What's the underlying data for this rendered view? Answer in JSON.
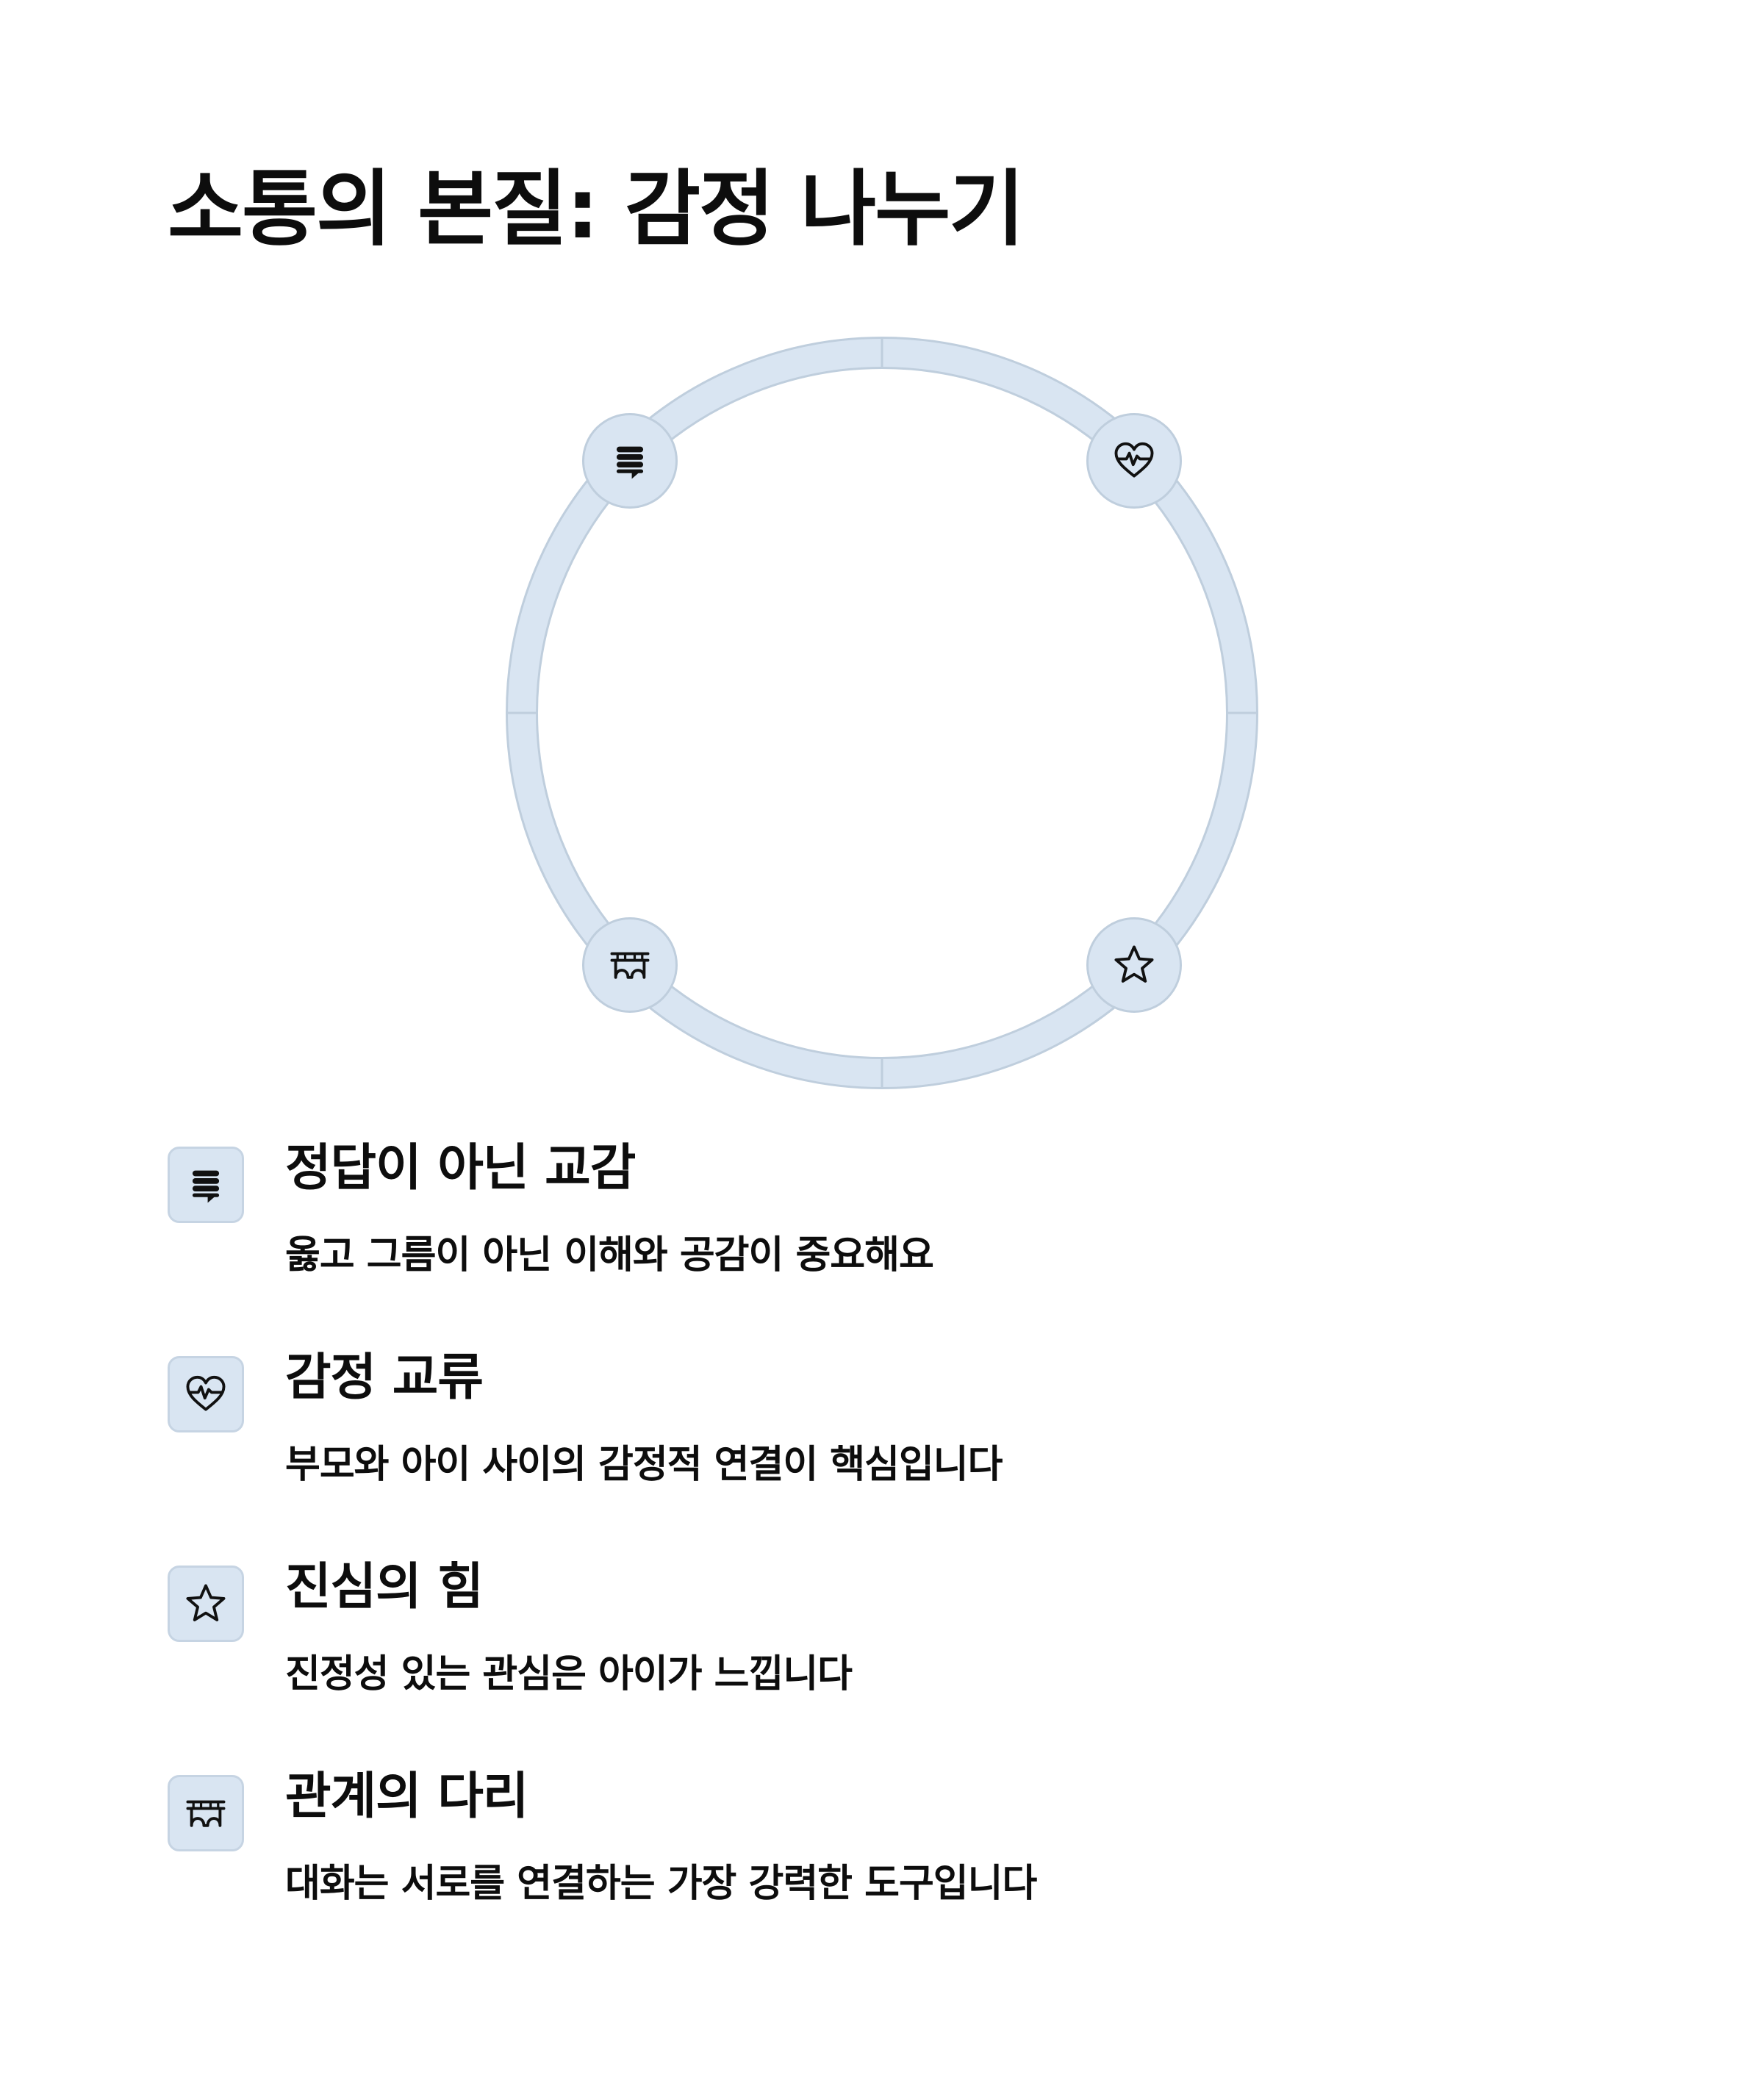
{
  "title": "소통의 본질: 감정 나누기",
  "diagram": {
    "type": "circular-cycle",
    "nodes": [
      {
        "icon": "message-icon"
      },
      {
        "icon": "heart-pulse-icon"
      },
      {
        "icon": "star-icon"
      },
      {
        "icon": "bridge-icon"
      }
    ]
  },
  "items": [
    {
      "icon": "message-icon",
      "title": "정답이 아닌 교감",
      "description": "옳고 그름이 아닌 이해와 공감이 중요해요"
    },
    {
      "icon": "heart-pulse-icon",
      "title": "감정 교류",
      "description": "부모와 아이 사이의 감정적 연결이 핵심입니다"
    },
    {
      "icon": "star-icon",
      "title": "진심의 힘",
      "description": "진정성 있는 관심은 아이가 느낍니다"
    },
    {
      "icon": "bridge-icon",
      "title": "관계의 다리",
      "description": "대화는 서로를 연결하는 가장 강력한 도구입니다"
    }
  ],
  "colors": {
    "ring_fill": "#d9e5f2",
    "ring_stroke": "#bfcedd",
    "text": "#0d0d0d"
  }
}
